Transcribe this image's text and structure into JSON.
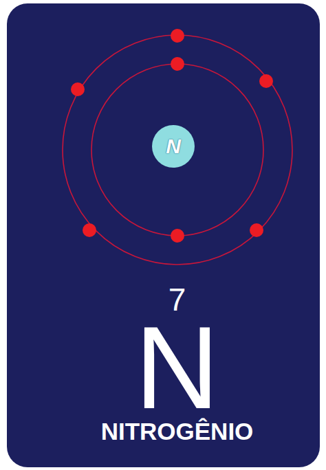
{
  "diagram": {
    "nodes": [
      {
        "text": [
          "7",
          "N",
          "NITROGÊNIO"
        ]
      },
      {
        "text": [
          "N"
        ],
        "in": 0
      }
    ]
  }
}
